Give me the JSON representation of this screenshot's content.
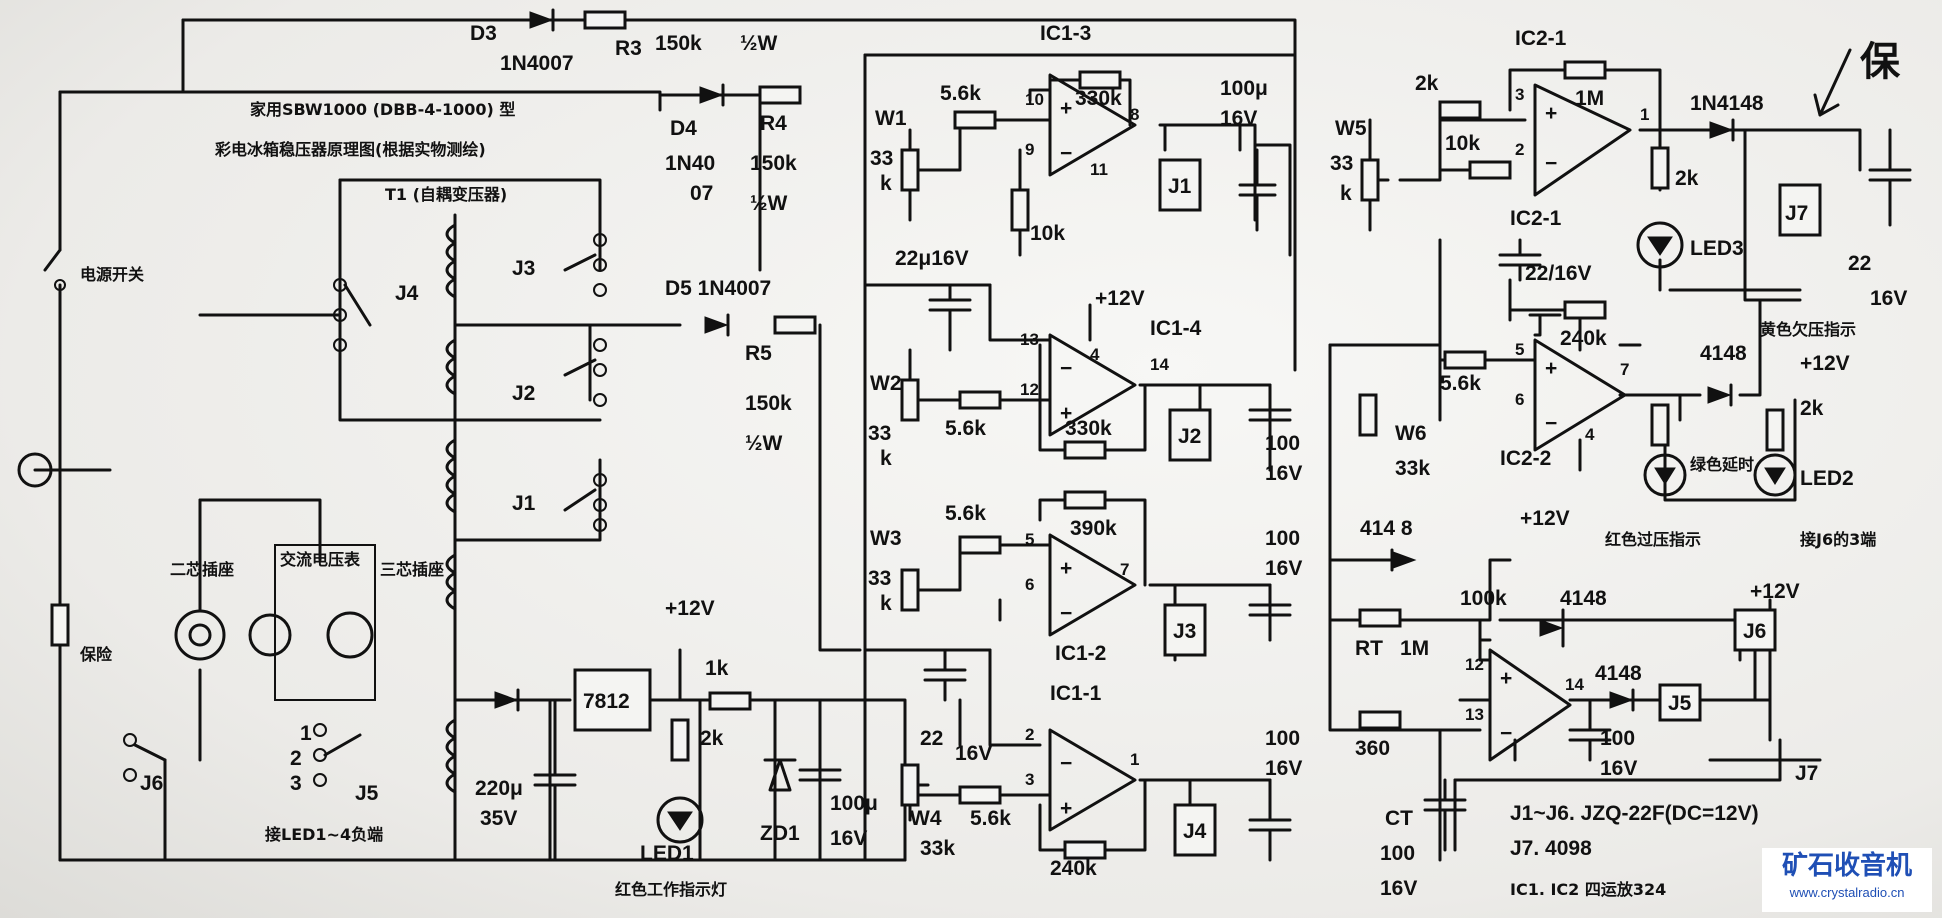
{
  "labels": {
    "title1": "家用SBW1000 (DBB-4-1000) 型",
    "title2": "彩电冰箱稳压器原理图(根据实物测绘)",
    "t1": "T1 (自耦变压器)",
    "d3": "D3",
    "d3_part": "1N4007",
    "r3": "R3",
    "r3_val": "150k",
    "r3_w": "½W",
    "d4": "D4",
    "d4_part_a": "1N40",
    "d4_part_b": "07",
    "r4": "R4",
    "r4_val": "150k",
    "r4_w": "½W",
    "d5": "D5 1N4007",
    "r5": "R5",
    "r5_val": "150k",
    "r5_w": "½W",
    "j4": "J4",
    "j3": "J3",
    "j2": "J2",
    "j1": "J1",
    "j6": "J6",
    "j5": "J5",
    "power_switch": "电源开关",
    "fuse": "保险",
    "outlet1": "二芯插座",
    "ac_meter": "交流电压表",
    "outlet2": "三芯插座",
    "to_led": "接LED1~4负端",
    "p1": "1",
    "p2": "2",
    "p3": "3",
    "c220": "220μ",
    "c220v": "35V",
    "reg": "7812",
    "plus12_a": "+12V",
    "r1k": "1k",
    "r2k_a": "2k",
    "led1": "LED1",
    "zd1": "ZD1",
    "c100_a": "100μ",
    "c100_av": "16V",
    "red_work": "红色工作指示灯",
    "ic13": "IC1-3",
    "w1": "W1",
    "w1v_a": "33",
    "w1v_b": "k",
    "r56_a": "5.6k",
    "r330_a": "330k",
    "pin10": "10",
    "pin9": "9",
    "pin8": "8",
    "pin11": "11",
    "r10k_a": "10k",
    "c100_b": "100μ",
    "c100_bv": "16V",
    "j1_box": "J1",
    "c22_a": "22μ16V",
    "ic14": "IC1-4",
    "plus12_b": "+12V",
    "pin13": "13",
    "pin12": "12",
    "pin4": "4",
    "pin14": "14",
    "w2": "W2",
    "w2v_a": "33",
    "w2v_b": "k",
    "r56_b": "5.6k",
    "r330_b": "330k",
    "j2_box": "J2",
    "c100_c": "100",
    "c100_cv": "16V",
    "w3": "W3",
    "w3v_a": "33",
    "w3v_b": "k",
    "r56_c": "5.6k",
    "r390": "390k",
    "pin5": "5",
    "pin6": "6",
    "pin7": "7",
    "ic12": "IC1-2",
    "j3_box": "J3",
    "c100_d": "100",
    "c100_dv": "16V",
    "c22_b": "22",
    "c22_bv": "16V",
    "ic11": "IC1-1",
    "pin2": "2",
    "pin3": "3",
    "pin1": "1",
    "w4": "W4",
    "w4v": "33k",
    "r56_d": "5.6k",
    "r240_a": "240k",
    "j4_box": "J4",
    "c100_e": "100",
    "c100_ev": "16V",
    "w5": "W5",
    "w5v_a": "33",
    "w5v_b": "k",
    "r2k_b": "2k",
    "r10k_b": "10k",
    "ic21_top": "IC2-1",
    "ic21_bot": "IC2-1",
    "r1m_a": "1M",
    "pin3b": "3",
    "pin2b": "2",
    "pin1b": "1",
    "d1n4148": "1N4148",
    "r2k_c": "2k",
    "led3": "LED3",
    "c22_c": "22/16V",
    "j7_box": "J7",
    "c22_d": "22",
    "c22_dv": "16V",
    "yellow": "黄色欠压指示",
    "r240_b": "240k",
    "r56_e": "5.6k",
    "pin5b": "5",
    "pin6b": "6",
    "pin7b": "7",
    "pin4b": "4",
    "w6": "W6",
    "w6v": "33k",
    "ic22": "IC2-2",
    "plus12_c": "+12V",
    "d4148_a": "4148",
    "plus12_d": "+12V",
    "r2k_d": "2k",
    "green": "绿色延时",
    "led2": "LED2",
    "red_over": "红色过压指示",
    "to_j6": "接J6的3端",
    "d4148_b": "414 8",
    "r100k": "100k",
    "d4148_c": "4148",
    "plus12_e": "+12V",
    "rt": "RT",
    "r1m_b": "1M",
    "pin12c": "12",
    "pin13c": "13",
    "pin14c": "14",
    "d4148_d": "4148",
    "c100_f": "100",
    "c100_fv": "16V",
    "j5_box": "J5",
    "j6_box": "J6",
    "r360": "360",
    "ct": "CT",
    "ct_val": "100",
    "ct_v": "16V",
    "j7_lbl": "J7",
    "note1": "J1~J6. JZQ-22F(DC=12V)",
    "note2": "J7. 4098",
    "note3": "IC1. IC2 四运放324",
    "handwritten": "保"
  },
  "brand": {
    "name": "矿石收音机",
    "url": "www.crystalradio.cn"
  }
}
